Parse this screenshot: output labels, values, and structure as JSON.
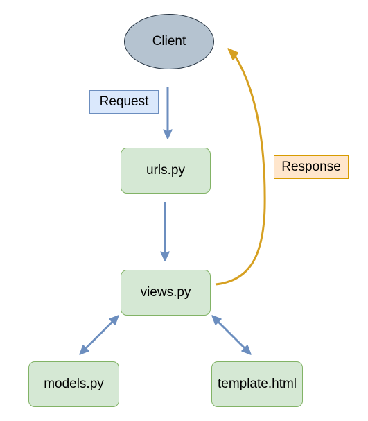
{
  "nodes": {
    "client": "Client",
    "urls": "urls.py",
    "views": "views.py",
    "models": "models.py",
    "template": "template.html"
  },
  "edge_labels": {
    "request": "Request",
    "response": "Response"
  },
  "colors": {
    "client_fill": "#b5c3d0",
    "client_stroke": "#23313f",
    "node_fill": "#d5e8d4",
    "node_stroke": "#82b366",
    "request_fill": "#dae8fc",
    "request_stroke": "#6c8ebf",
    "response_fill": "#ffe6cc",
    "response_stroke": "#d79b00",
    "arrow_blue": "#6c8ebf",
    "arrow_orange": "#d6a021"
  }
}
